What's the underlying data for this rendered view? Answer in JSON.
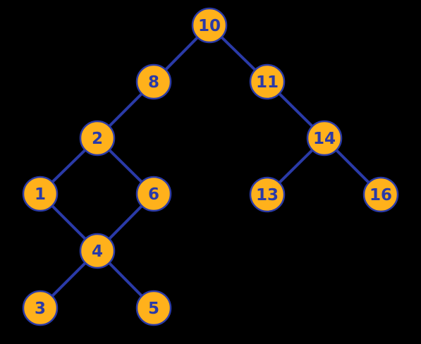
{
  "diagram": {
    "colors": {
      "background": "#000000",
      "node_fill": "#ffb11b",
      "node_stroke": "#2a3aa8",
      "edge": "#2a3aa8",
      "label": "#2a3aa8"
    },
    "nodes": [
      {
        "id": "n10",
        "label": "10"
      },
      {
        "id": "n8",
        "label": "8"
      },
      {
        "id": "n11",
        "label": "11"
      },
      {
        "id": "n2",
        "label": "2"
      },
      {
        "id": "n14",
        "label": "14"
      },
      {
        "id": "n1",
        "label": "1"
      },
      {
        "id": "n6",
        "label": "6"
      },
      {
        "id": "n13",
        "label": "13"
      },
      {
        "id": "n16",
        "label": "16"
      },
      {
        "id": "n4",
        "label": "4"
      },
      {
        "id": "n3",
        "label": "3"
      },
      {
        "id": "n5",
        "label": "5"
      }
    ],
    "edges": [
      [
        "n10",
        "n8"
      ],
      [
        "n10",
        "n11"
      ],
      [
        "n8",
        "n2"
      ],
      [
        "n11",
        "n14"
      ],
      [
        "n2",
        "n1"
      ],
      [
        "n2",
        "n6"
      ],
      [
        "n14",
        "n13"
      ],
      [
        "n14",
        "n16"
      ],
      [
        "n1",
        "n4"
      ],
      [
        "n6",
        "n4"
      ],
      [
        "n4",
        "n3"
      ],
      [
        "n4",
        "n5"
      ]
    ]
  }
}
